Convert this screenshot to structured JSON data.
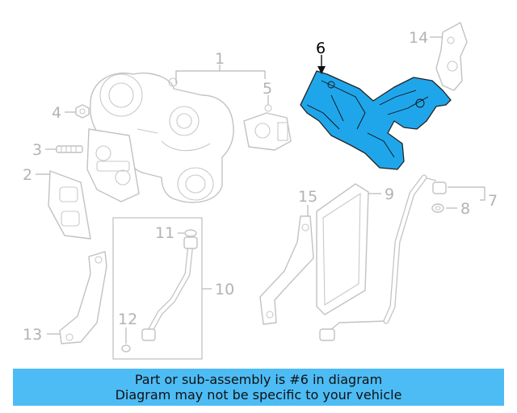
{
  "highlight_color": "#1fa6ea",
  "banner_color": "#4dbcf5",
  "callouts": {
    "c1": "1",
    "c2": "2",
    "c3": "3",
    "c4": "4",
    "c5": "5",
    "c6": "6",
    "c7": "7",
    "c8": "8",
    "c9": "9",
    "c10": "10",
    "c11": "11",
    "c12": "12",
    "c13": "13",
    "c14": "14",
    "c15": "15"
  },
  "highlighted_part": "6",
  "banner": {
    "line1": "Part or sub-assembly is #6 in diagram",
    "line2": "Diagram may not be specific to your vehicle"
  }
}
